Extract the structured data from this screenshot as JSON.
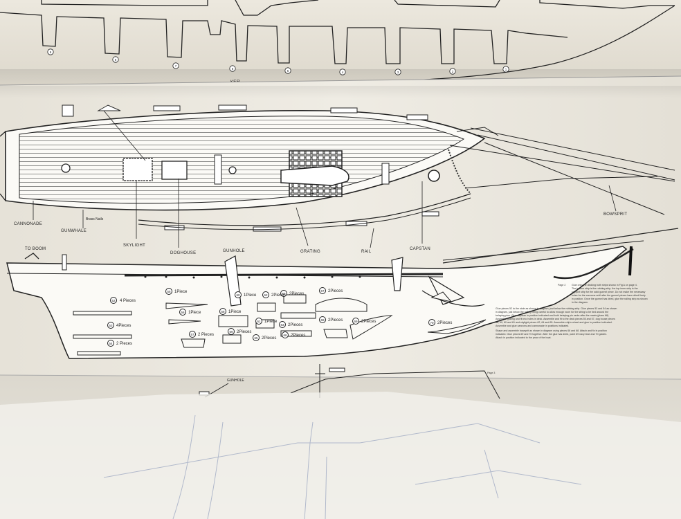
{
  "sheet": {
    "keel_label": "KEEL",
    "page2_label": "Page 2",
    "page3_label": "Page 3",
    "rib_numbers": [
      "9",
      "8",
      "7",
      "6",
      "5",
      "4",
      "3",
      "2",
      "1"
    ],
    "deck_labels": {
      "cannonade": "CANNONADE",
      "gunwhale": "GUNWHALE",
      "brass_nails": "Brass Nails",
      "to_boom": "TO BOOM",
      "skylight": "SKYLIGHT",
      "doghouse": "DOGHOUSE",
      "gunhole": "GUNHOLE",
      "grating": "GRATING",
      "rail": "RAIL",
      "capstan": "CAPSTAN",
      "bowsprit": "BOWSPRIT",
      "gunhole_lower": "GUNHOLE"
    },
    "parts": [
      {
        "no": "52",
        "count": "4 Pieces"
      },
      {
        "no": "53",
        "count": "4Pieces"
      },
      {
        "no": "54",
        "count": "2 Pieces"
      },
      {
        "no": "55",
        "count": "1Piece"
      },
      {
        "no": "56",
        "count": "1Piece"
      },
      {
        "no": "57",
        "count": "2 Pieces"
      },
      {
        "no": "58",
        "count": "1Piece"
      },
      {
        "no": "59",
        "count": "2Pieces"
      },
      {
        "no": "60",
        "count": "1Piece"
      },
      {
        "no": "61",
        "count": "1Piece"
      },
      {
        "no": "62",
        "count": "2Pieces"
      },
      {
        "no": "63",
        "count": "2Pieces"
      },
      {
        "no": "64",
        "count": "2Pieces"
      },
      {
        "no": "65",
        "count": "2Pieces"
      },
      {
        "no": "66",
        "count": "2Pieces"
      },
      {
        "no": "67",
        "count": "2Pieces"
      },
      {
        "no": "68",
        "count": "2Pieces"
      },
      {
        "no": "69",
        "count": "2Pieces"
      },
      {
        "no": "70",
        "count": "2Pieces"
      }
    ],
    "instructions": [
      "Glue onto the decking both strips shown in Fig A on page 4.",
      "The bottom strip is the rubbing strip, the top inner strip is the",
      "support strip for the solid gunnel piece. Do not make the necessary",
      "holes for the cannons until after the gunnel pieces have dried firmly",
      "in position. Once the gunnel has dried, glue the railing strip as shown",
      "in the diagram.",
      "Glue pieces 52 to the stole as shown in diagram, just below the rubbing strip. Glue pieces 53 and 54 as shown",
      "in diagram, just below the railing being careful to allow enough room for the string to be tied around the",
      "belaying pins. Glue capstan in position indicated and both belaying pin racks after the masts (plans 68).",
      "Assemble grating and fit into holes in deck. Assemble and fit to the deck pieces 55 and 57, dog house pieces",
      "58, 59, 60 and 61 and skylight pieces 62, 64 and 65. Assemble ship's wheel and glue in position indicated.",
      "Assemble and glue cannons and cannonade in positions indicated.",
      "Shape and assemble bowsprit as shown in diagram using pieces 66 and 68. Attach and fix in position",
      "indicated. Glue pieces 69 and 70 together. After the glue has dried, paint 69 navy blue and 70 golden.",
      "Attach in position indicated to the prow of the boat."
    ]
  }
}
